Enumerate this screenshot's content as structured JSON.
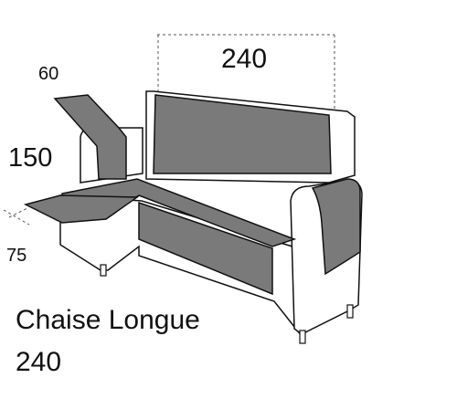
{
  "dimensions": {
    "width_top": "240",
    "armrest": "60",
    "seat_depth": "150",
    "chaise_width": "75"
  },
  "caption": {
    "title": "Chaise Longue",
    "size": "240"
  },
  "colors": {
    "cover_fill": "#7a7a7a",
    "outline": "#111111",
    "dashed": "#555555",
    "background": "#ffffff"
  }
}
